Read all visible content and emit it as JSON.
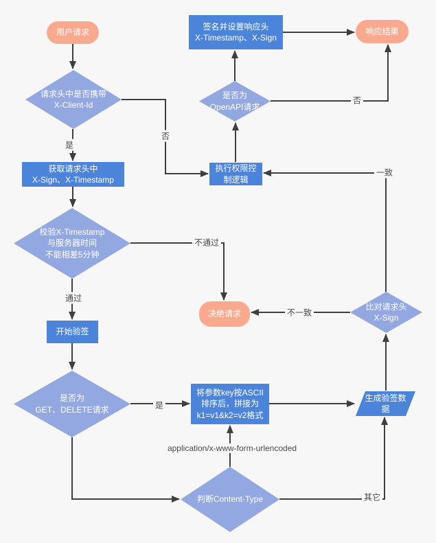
{
  "diagram": {
    "type": "flowchart",
    "language": "zh-CN",
    "colors": {
      "background": "#f7f7f7",
      "terminal_fill": "#F9A98E",
      "process_fill": "#4C84DA",
      "decision_fill": "#93A8E1",
      "connector": "#3f3f3f",
      "edge_label_text": "#4a4a4a",
      "node_text": "#ffffff"
    }
  },
  "nodes": {
    "start": {
      "type": "terminal",
      "label": "用户请求"
    },
    "check_client_id": {
      "type": "decision",
      "label": "请求头中是否携带\nX-Client-Id"
    },
    "sign_response": {
      "type": "process",
      "label": "签名并设置响应头\nX-Timestamp、X-Sign"
    },
    "response_result": {
      "type": "terminal",
      "label": "响应结果"
    },
    "is_openapi": {
      "type": "decision",
      "label": "是否为\nOpenAPI请求"
    },
    "perm_control": {
      "type": "process",
      "label": "执行权限控\n制逻辑"
    },
    "get_headers": {
      "type": "process",
      "label": "获取请求头中\nX-Sign、X-Timestamp"
    },
    "check_timestamp": {
      "type": "decision",
      "label": "校验X-Timestamp\n与服务器时间\n不能相差5分钟"
    },
    "start_verify": {
      "type": "process",
      "label": "开始验签"
    },
    "reject_request": {
      "type": "terminal",
      "label": "决绝请求"
    },
    "is_get_delete": {
      "type": "decision",
      "label": "是否为\nGET、DELETE请求"
    },
    "sort_params": {
      "type": "process",
      "label": "将参数key按ASCII\n排序后，拼接为\nk1=v1&k2=v2格式"
    },
    "check_content_type": {
      "type": "decision",
      "label": "判断Content-Type"
    },
    "gen_sign_data": {
      "type": "parallelogram",
      "label": "生成验签数\n据"
    },
    "compare_sign": {
      "type": "decision",
      "label": "比对请求头\nX-Sign"
    }
  },
  "edge_labels": {
    "yes_client_id": "是",
    "no_client_id": "否",
    "no_openapi": "否",
    "pass": "通过",
    "fail": "不通过",
    "match": "一致",
    "mismatch": "不一致",
    "yes_get_delete": "是",
    "form_urlencoded": "application/x-www-form-urlencoded",
    "other": "其它"
  }
}
